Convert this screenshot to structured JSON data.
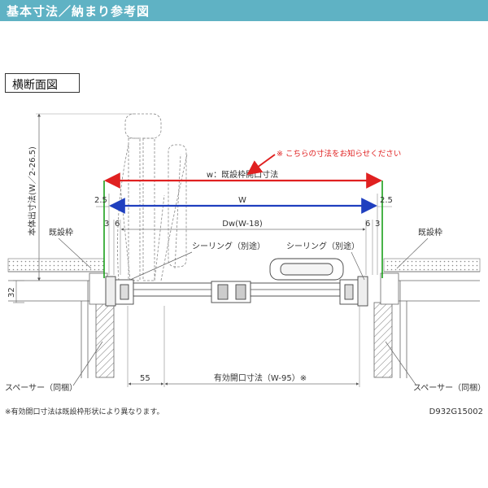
{
  "header": {
    "title": "基本寸法／納まり参考図"
  },
  "section": {
    "label": "横断面図"
  },
  "notice": "※ こちらの寸法をお知らせください",
  "dimensions": {
    "w_existing": "w：既設枠開口寸法",
    "w": "W",
    "dw": "Dw(W-18)",
    "left_25": "2.5",
    "right_25": "2.5",
    "left_3": "3",
    "left_6": "6",
    "right_6": "6",
    "right_3": "3",
    "d55": "55",
    "effective": "有効開口寸法（W-95）※",
    "d32": "32",
    "vertical": "本体出寸法(W／2-26.5)"
  },
  "labels": {
    "existing_left": "既設枠",
    "existing_right": "既設枠",
    "sealing_left": "シーリング（別途）",
    "sealing_right": "シーリング（別途）",
    "spacer_left": "スペーサー（同梱）",
    "spacer_right": "スペーサー（同梱）"
  },
  "footnote": "※有効開口寸法は既設枠形状により異なります。",
  "drawing_code": "D932G15002",
  "colors": {
    "header_bg": "#5fb2c4",
    "red": "#e02020",
    "blue": "#1f3fbf",
    "green": "#1aa01a",
    "line": "#555555"
  }
}
